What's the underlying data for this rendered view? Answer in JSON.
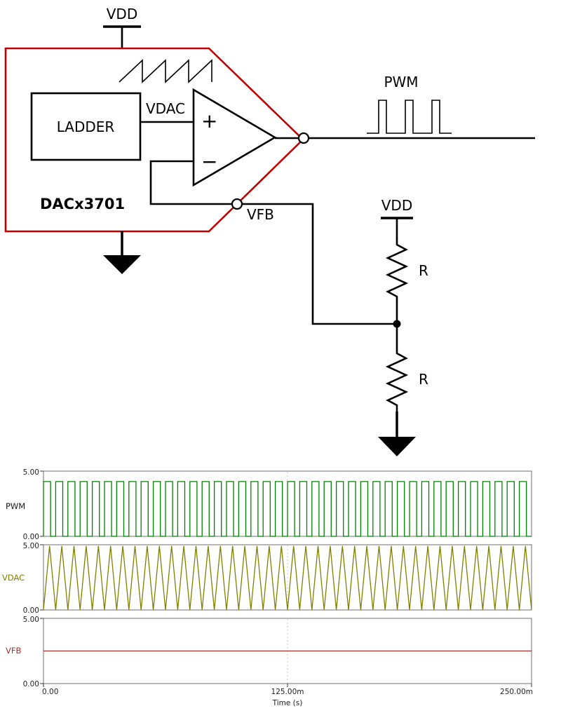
{
  "schematic": {
    "vdd_top_label": "VDD",
    "vdd_divider_label": "VDD",
    "ladder_label": "LADDER",
    "vdac_label": "VDAC",
    "plus_label": "+",
    "minus_label": "−",
    "device_label": "DACx3701",
    "vfb_label": "VFB",
    "pwm_label": "PWM",
    "resistor_top_label": "R",
    "resistor_bottom_label": "R",
    "device_outline_color": "#c00000"
  },
  "chart_data": [
    {
      "type": "line",
      "signal": "PWM",
      "waveform": "square",
      "color": "#008200",
      "label_color": "#1a1a1a",
      "ylim": [
        0,
        5
      ],
      "yticks": [
        "5.00",
        "0.00"
      ],
      "x_range_s": [
        0,
        0.25
      ],
      "cycles": 40,
      "duty": 0.58,
      "low": 0,
      "high": 4.2
    },
    {
      "type": "line",
      "signal": "VDAC",
      "waveform": "triangle",
      "color": "#808000",
      "label_color": "#808000",
      "ylim": [
        0,
        5
      ],
      "yticks": [
        "5.00",
        "0.00"
      ],
      "x_range_s": [
        0,
        0.25
      ],
      "cycles": 40,
      "min": 0,
      "max": 4.9
    },
    {
      "type": "line",
      "signal": "VFB",
      "waveform": "constant",
      "color": "#a03232",
      "label_color": "#a03232",
      "ylim": [
        0,
        5
      ],
      "yticks": [
        "5.00",
        "0.00"
      ],
      "x_range_s": [
        0,
        0.25
      ],
      "value": 2.5,
      "xticks": [
        "0.00",
        "125.00m",
        "250.00m"
      ],
      "xlabel": "Time (s)"
    }
  ]
}
